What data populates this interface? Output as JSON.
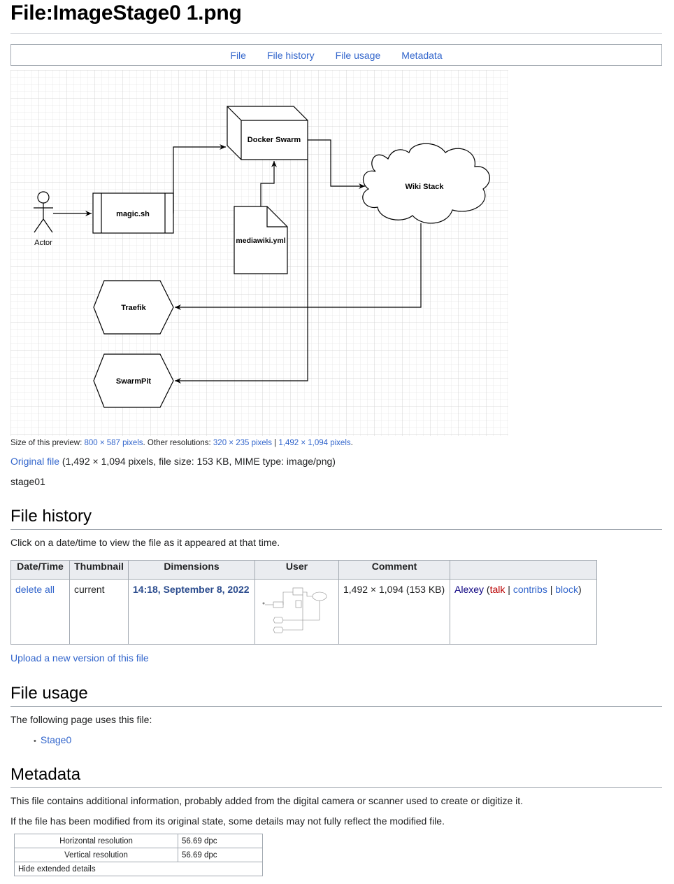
{
  "page": {
    "title": "File:ImageStage0 1.png"
  },
  "tabs": [
    "File",
    "File history",
    "File usage",
    "Metadata"
  ],
  "diagram": {
    "actor_label": "Actor",
    "magic_label": "magic.sh",
    "docker_label": "Docker Swarm",
    "yml_label": "mediawiki.yml",
    "wiki_label": "Wiki Stack",
    "traefik_label": "Traefik",
    "swarmpit_label": "SwarmPit"
  },
  "preview": {
    "prefix": "Size of this preview: ",
    "preview_size": "800 × 587 pixels",
    "mid": ". Other resolutions: ",
    "res1": "320 × 235 pixels",
    "sep": " | ",
    "res2": "1,492 × 1,094 pixels",
    "end": "."
  },
  "original": {
    "link": "Original file",
    "info": " (1,492 × 1,094 pixels, file size: 153 KB, MIME type: image/png)"
  },
  "description": "stage01",
  "history": {
    "heading": "File history",
    "intro": "Click on a date/time to view the file as it appeared at that time.",
    "columns": [
      "Date/Time",
      "Thumbnail",
      "Dimensions",
      "User",
      "Comment"
    ],
    "row": {
      "action": "delete all",
      "status": "current",
      "datetime": "14:18, September 8, 2022",
      "dimensions": "1,492 × 1,094 (153 KB)",
      "user": "Alexey",
      "open_paren": " (",
      "talk": "talk",
      "bar1": " | ",
      "contribs": "contribs",
      "bar2": " | ",
      "block": "block",
      "close_paren": ")"
    },
    "upload_link": "Upload a new version of this file"
  },
  "usage": {
    "heading": "File usage",
    "intro": "The following page uses this file:",
    "pages": [
      "Stage0"
    ]
  },
  "metadata": {
    "heading": "Metadata",
    "line1": "This file contains additional information, probably added from the digital camera or scanner used to create or digitize it.",
    "line2": "If the file has been modified from its original state, some details may not fully reflect the modified file.",
    "rows": [
      {
        "label": "Horizontal resolution",
        "value": "56.69 dpc"
      },
      {
        "label": "Vertical resolution",
        "value": "56.69 dpc"
      }
    ],
    "toggle": "Hide extended details"
  }
}
